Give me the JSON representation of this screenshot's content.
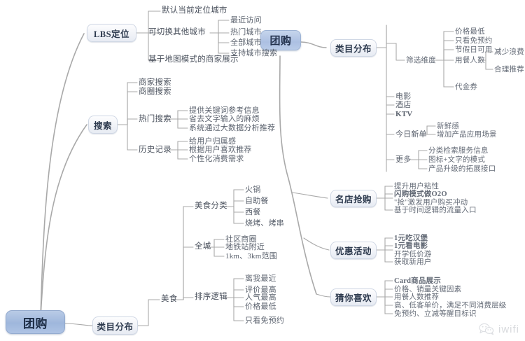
{
  "title": "团购 产品结构思维导图",
  "root": {
    "label": "团购"
  },
  "center": {
    "label": "团购"
  },
  "watermark": {
    "text": "iwifi",
    "icon": "wechat-icon"
  },
  "branches": {
    "lbs": {
      "label": "LBS定位",
      "children": [
        {
          "label": "默认当前定位城市"
        },
        {
          "label": "可切换其他城市",
          "children": [
            {
              "label": "最近访问"
            },
            {
              "label": "热门城市"
            },
            {
              "label": "全部城市"
            },
            {
              "label": "支持城市搜索"
            }
          ]
        },
        {
          "label": "基于地图模式的商家展示"
        }
      ]
    },
    "search": {
      "label": "搜索",
      "children": [
        {
          "label": "商家搜索"
        },
        {
          "label": "商圈搜索"
        },
        {
          "label": "热门搜索",
          "children": [
            {
              "label": "提供关键词参考信息"
            },
            {
              "label": "省去文字输入的麻烦"
            },
            {
              "label": "系统通过大数据分析推荐"
            }
          ]
        },
        {
          "label": "历史记录",
          "children": [
            {
              "label": "给用户归属感"
            },
            {
              "label": "根据用户喜欢推荐"
            },
            {
              "label": "个性化消费需求"
            }
          ]
        }
      ]
    },
    "category_bottom": {
      "label": "类目分布"
    },
    "food": {
      "label": "美食",
      "children": [
        {
          "label": "美食分类",
          "children": [
            {
              "label": "火锅"
            },
            {
              "label": "自助餐"
            },
            {
              "label": "西餐"
            },
            {
              "label": "烧烤、烤串"
            }
          ]
        },
        {
          "label": "全城",
          "children": [
            {
              "label": "社区商圈"
            },
            {
              "label": "地铁站附近"
            },
            {
              "label": "1km、3km范围"
            }
          ]
        },
        {
          "label": "排序逻辑",
          "children": [
            {
              "label": "离我最近"
            },
            {
              "label": "评价最高"
            },
            {
              "label": "人气最高"
            },
            {
              "label": "价格最低"
            },
            {
              "label": "只看免预约"
            }
          ]
        }
      ]
    },
    "category_top": {
      "label": "类目分布",
      "children": [
        {
          "label": "筛选维度",
          "children": [
            {
              "label": "价格最低"
            },
            {
              "label": "只看免预约"
            },
            {
              "label": "节假日可用"
            },
            {
              "label": "用餐人数",
              "children": [
                {
                  "label": "减少浪费"
                },
                {
                  "label": "合理推荐"
                }
              ]
            },
            {
              "label": "代金券"
            }
          ]
        },
        {
          "label": "电影"
        },
        {
          "label": "酒店"
        },
        {
          "label": "KTV",
          "bold": true
        },
        {
          "label": "今日新单",
          "children": [
            {
              "label": "新鲜感"
            },
            {
              "label": "增加产品应用场景"
            }
          ]
        },
        {
          "label": "更多",
          "children": [
            {
              "label": "分类检索服务信息"
            },
            {
              "label": "图标+文字的模式"
            },
            {
              "label": "产品升级的拓展接口"
            }
          ]
        }
      ]
    },
    "flash_sale": {
      "label": "名店抢购",
      "children": [
        {
          "label": "提升用户粘性"
        },
        {
          "label": "闪购模式做O2O",
          "bold": true
        },
        {
          "label": "\"抢\"激发用户购买冲动"
        },
        {
          "label": "基于时间逻辑的流量入口"
        }
      ]
    },
    "promotions": {
      "label": "优惠活动",
      "children": [
        {
          "label": "1元吃汉堡",
          "bold": true
        },
        {
          "label": "1元看电影",
          "bold": true
        },
        {
          "label": "开学低价游"
        },
        {
          "label": "获取新用户"
        }
      ]
    },
    "recommend": {
      "label": "猜你喜欢",
      "children": [
        {
          "label": "Card商品展示",
          "bold": true
        },
        {
          "label": "价格、销量关键因素"
        },
        {
          "label": "用餐人数推荐"
        },
        {
          "label": "高、低客单价，满足不同消费层级"
        },
        {
          "label": "免预约、立减等醒目标识"
        }
      ]
    }
  }
}
